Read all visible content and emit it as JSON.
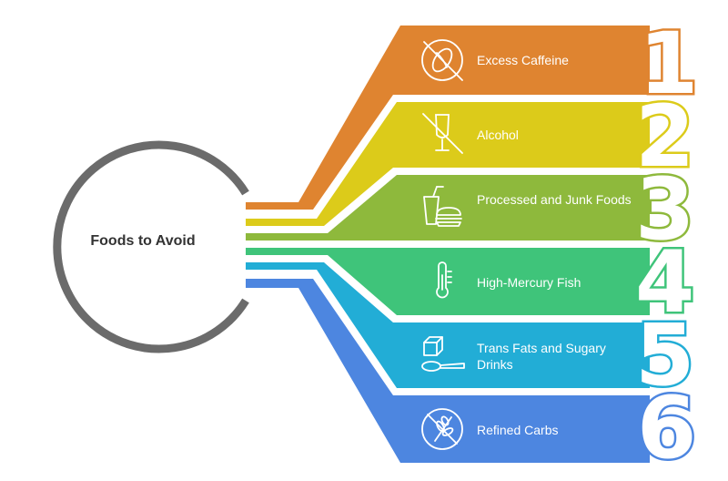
{
  "center": {
    "title": "Foods to Avoid"
  },
  "items": [
    {
      "number": "1",
      "label": "Excess Caffeine",
      "color": "#DF8430",
      "icon": "no-coffee-bean-icon"
    },
    {
      "number": "2",
      "label": "Alcohol",
      "color": "#DCCB1A",
      "icon": "no-wine-glass-icon"
    },
    {
      "number": "3",
      "label": "Processed and Junk Foods",
      "color": "#8EB93C",
      "icon": "junk-food-icon"
    },
    {
      "number": "4",
      "label": "High-Mercury Fish",
      "color": "#3FC47A",
      "icon": "thermometer-icon"
    },
    {
      "number": "5",
      "label": "Trans Fats and Sugary Drinks",
      "color": "#22ADD6",
      "icon": "sugar-cube-spoon-icon"
    },
    {
      "number": "6",
      "label": "Refined Carbs",
      "color": "#4D86E0",
      "icon": "no-wheat-icon"
    }
  ],
  "colors": {
    "circle": "#6B6B6B",
    "text": "#333333"
  }
}
